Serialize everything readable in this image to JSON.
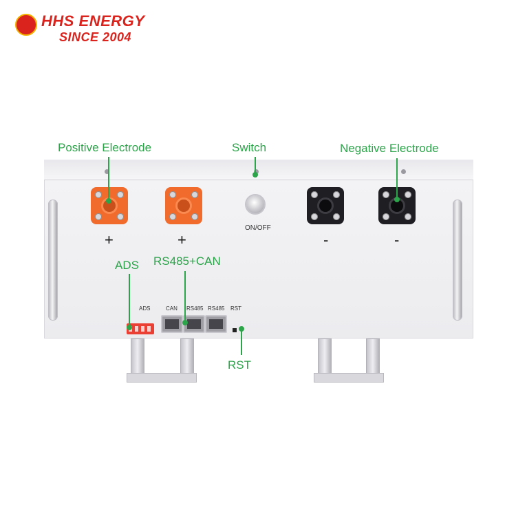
{
  "brand": {
    "title": "HHS ENERGY",
    "tagline": "SINCE 2004",
    "colors": {
      "brand_red": "#d9231c",
      "logo_gold": "#f3b200"
    }
  },
  "callouts": {
    "positive": "Positive Electrode",
    "switch": "Switch",
    "negative": "Negative Electrode",
    "ads": "ADS",
    "rs485_can": "RS485+CAN",
    "rst": "RST",
    "color": "#2ca44a"
  },
  "panel": {
    "terminal_signs": [
      "+",
      "+",
      "-",
      "-"
    ],
    "switch_label": "ON/OFF",
    "port_labels": [
      "ADS",
      "CAN",
      "RS485",
      "RS485",
      "RST"
    ]
  },
  "colors": {
    "positive_terminal": "#f06b2c",
    "negative_terminal": "#1f1f23",
    "dip_switch": "#ec3f33"
  }
}
